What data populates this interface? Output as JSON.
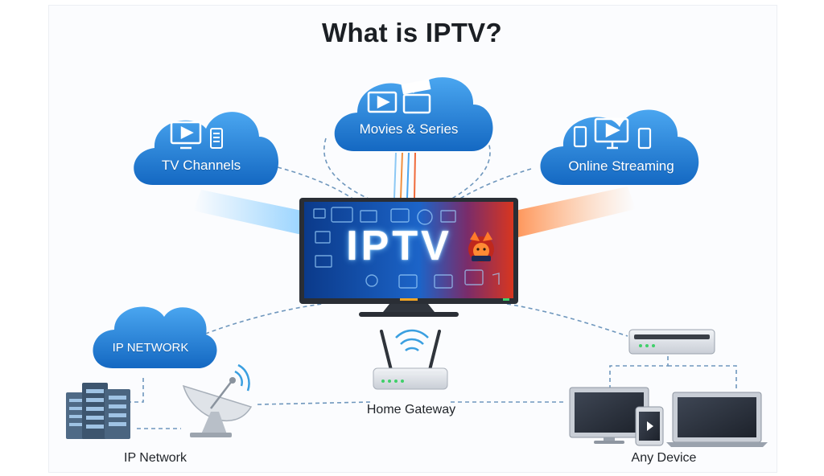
{
  "title": "What is IPTV?",
  "clouds": {
    "tv_channels": "TV Channels",
    "movies_series": "Movies & Series",
    "online_streaming": "Online Streaming",
    "ip_network_cloud": "IP NETWORK"
  },
  "tv_screen_text": "IPTV",
  "labels": {
    "ip_network": "IP Network",
    "home_gateway": "Home Gateway",
    "any_device": "Any Device"
  },
  "colors": {
    "cloud_blue": "#1f7fd6",
    "tv_frame": "#2b2f36",
    "screen_left": "#0d3f8f",
    "screen_right": "#d6341f",
    "link_dash": "#5f8fb8"
  },
  "icons": [
    "tv-icon",
    "clapperboard-icon",
    "phone-icon",
    "monitor-icon",
    "server-rack-icon",
    "satellite-dish-icon",
    "router-icon",
    "set-top-box-icon",
    "laptop-icon",
    "tablet-icon",
    "fox-logo-icon"
  ]
}
